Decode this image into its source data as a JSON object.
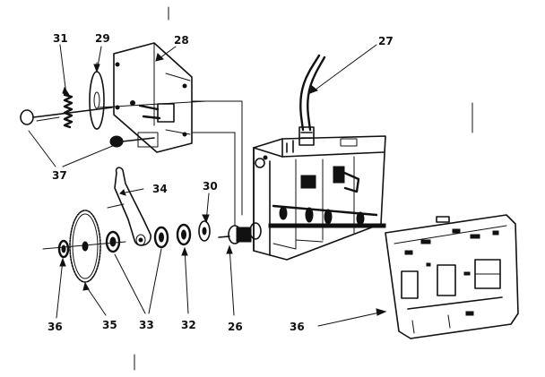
{
  "callouts": {
    "c31": "31",
    "c29": "29",
    "c28": "28",
    "c27": "27",
    "c37": "37",
    "c34": "34",
    "c30": "30",
    "c36a": "36",
    "c35": "35",
    "c33": "33",
    "c32": "32",
    "c26": "26",
    "c36b": "36"
  }
}
